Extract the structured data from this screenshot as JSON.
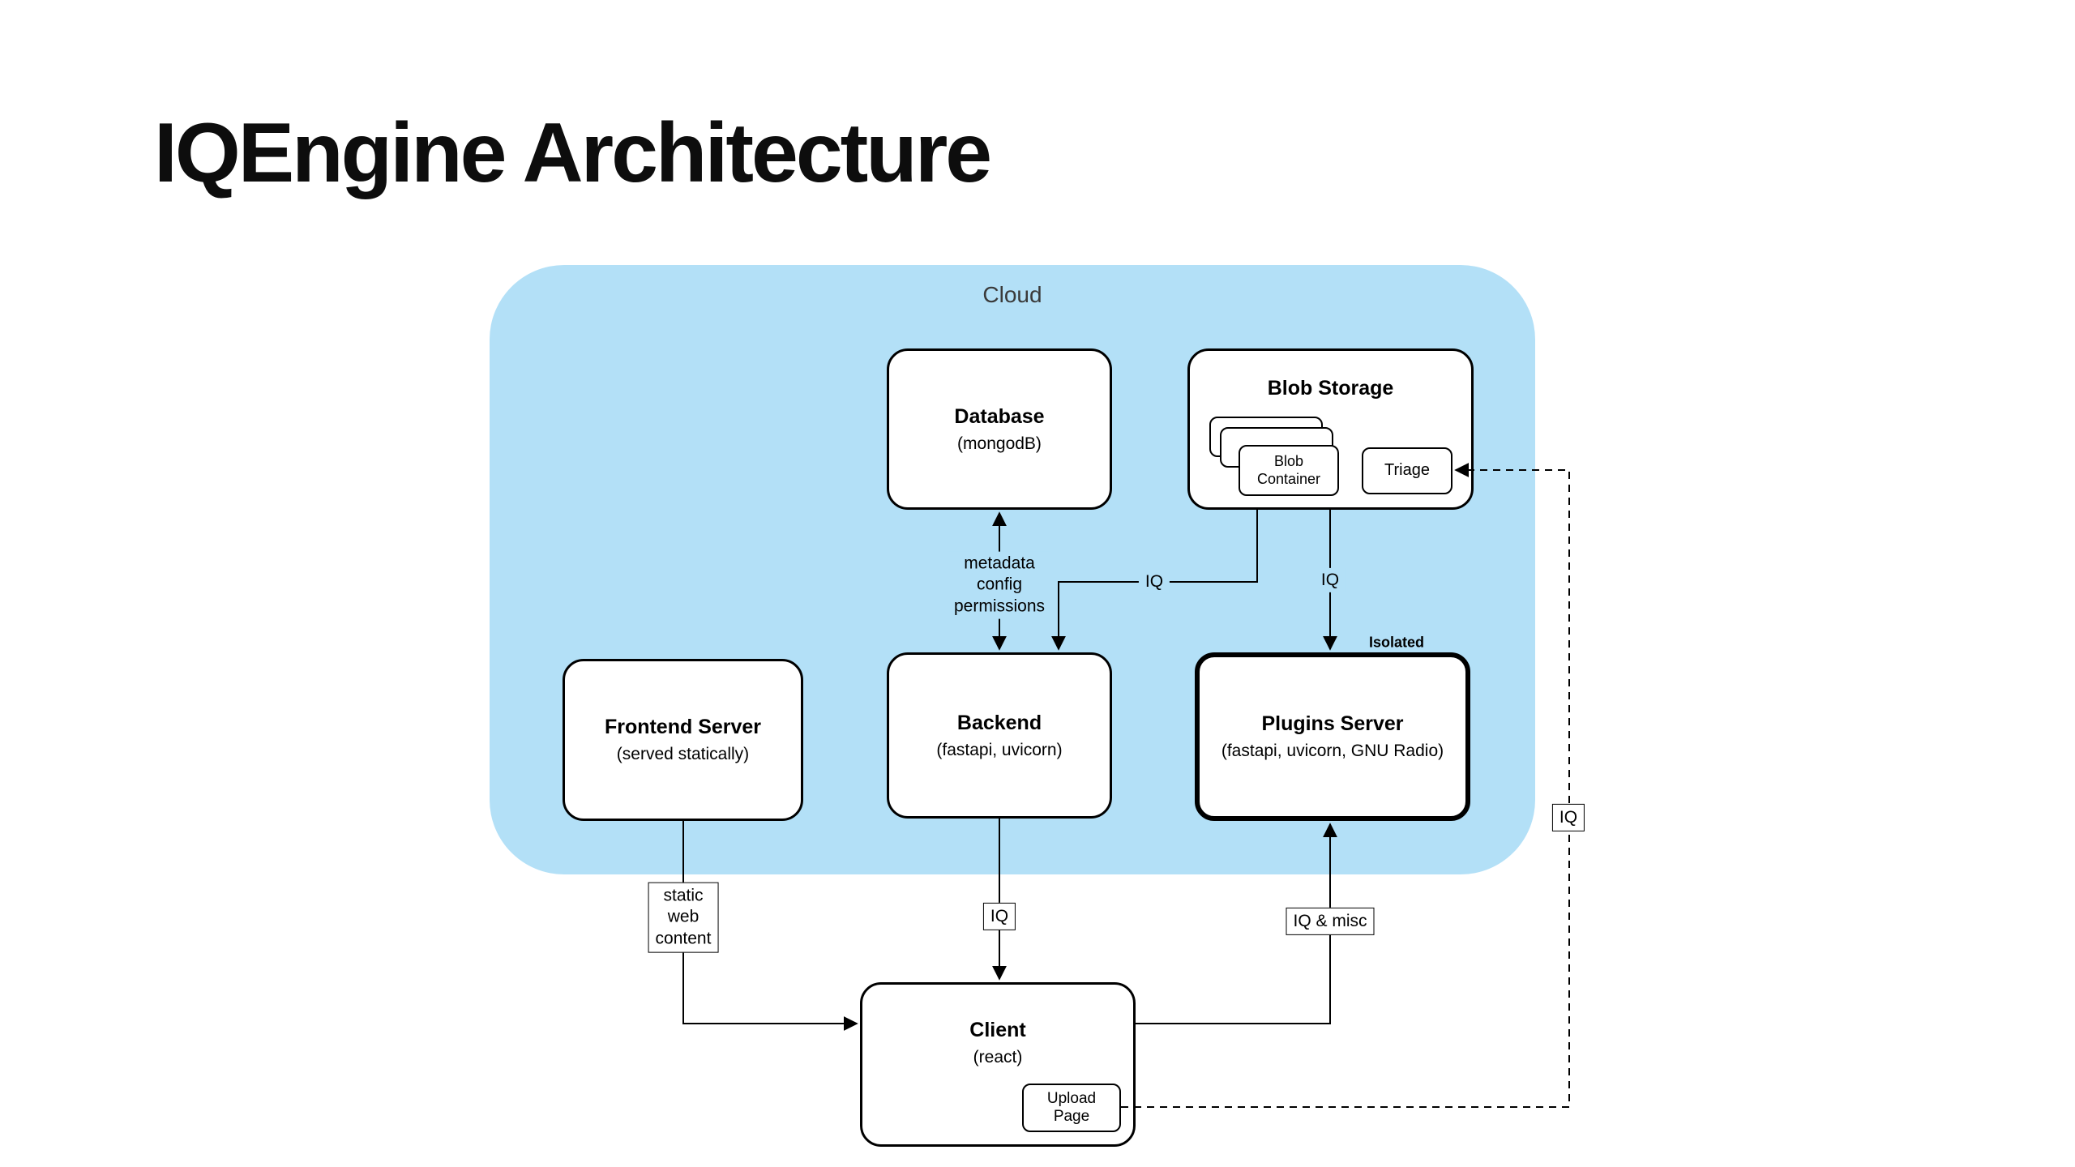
{
  "title": "IQEngine Architecture",
  "cloud": {
    "label": "Cloud"
  },
  "nodes": {
    "database": {
      "title": "Database",
      "subtitle": "(mongodB)"
    },
    "blob_storage": {
      "title": "Blob Storage"
    },
    "blob_container": {
      "label": "Blob\nContainer"
    },
    "triage": {
      "label": "Triage"
    },
    "frontend_server": {
      "title": "Frontend Server",
      "subtitle": "(served statically)"
    },
    "backend": {
      "title": "Backend",
      "subtitle": "(fastapi, uvicorn)"
    },
    "plugins_server": {
      "title": "Plugins Server",
      "subtitle": "(fastapi, uvicorn, GNU Radio)",
      "badge": "Isolated"
    },
    "client": {
      "title": "Client",
      "subtitle": "(react)"
    },
    "upload_page": {
      "label": "Upload\nPage"
    }
  },
  "edges": {
    "database_backend": {
      "label": "metadata\nconfig\npermissions"
    },
    "blob_container_backend": {
      "label": "IQ"
    },
    "blob_storage_plugins": {
      "label": "IQ"
    },
    "frontend_client": {
      "label": "static\nweb\ncontent"
    },
    "backend_client": {
      "label": "IQ"
    },
    "client_plugins": {
      "label": "IQ & misc"
    },
    "upload_page_triage": {
      "label": "IQ"
    }
  },
  "colors": {
    "cloud_fill": "#b3e0f7",
    "border": "#000000",
    "box_fill": "#ffffff"
  }
}
